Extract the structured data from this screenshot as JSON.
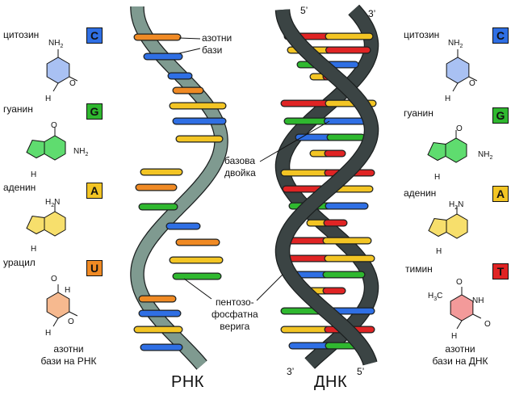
{
  "rna": {
    "label": "РНК",
    "bases_caption": [
      "азотни",
      "бази на РНК"
    ],
    "legend": [
      {
        "name": "цитозин",
        "letter": "C",
        "color": "#2f6fe4"
      },
      {
        "name": "гуанин",
        "letter": "G",
        "color": "#2fb82f"
      },
      {
        "name": "аденин",
        "letter": "A",
        "color": "#f3c524"
      },
      {
        "name": "урацил",
        "letter": "U",
        "color": "#f08a24"
      }
    ]
  },
  "dna": {
    "label": "ДНК",
    "bases_caption": [
      "азотни",
      "бази на ДНК"
    ],
    "end_top_left": "5’",
    "end_top_right": "3’",
    "end_bottom_left": "3’",
    "end_bottom_right": "5’",
    "legend": [
      {
        "name": "цитозин",
        "letter": "C",
        "color": "#2f6fe4"
      },
      {
        "name": "гуанин",
        "letter": "G",
        "color": "#2fb82f"
      },
      {
        "name": "аденин",
        "letter": "A",
        "color": "#f3c524"
      },
      {
        "name": "тимин",
        "letter": "T",
        "color": "#e02424"
      }
    ]
  },
  "annotations": {
    "nitrogen_bases": [
      "азотни",
      "бази"
    ],
    "base_pair": [
      "базова",
      "двойка"
    ],
    "backbone": [
      "пентозо-",
      "фосфатна",
      "верига"
    ]
  },
  "chem": {
    "nh2": "NH",
    "nh2_sub": "2",
    "h2n": "H",
    "h2n_sub": "2",
    "h2n_tail": "N",
    "o": "O",
    "n": "N",
    "h": "H",
    "nh": "NH",
    "h3c": "H",
    "h3c_sub": "3",
    "h3c_tail": "C"
  },
  "colors": {
    "rna_strand": "#7f9a90",
    "dna_strand": "#3b4444",
    "cytosine_fill": "#a9c1f3",
    "guanine_fill": "#5fdc6f",
    "adenine_fill": "#f7df6c",
    "uracil_fill": "#f6b98f",
    "thymine_fill": "#f39a9a"
  }
}
